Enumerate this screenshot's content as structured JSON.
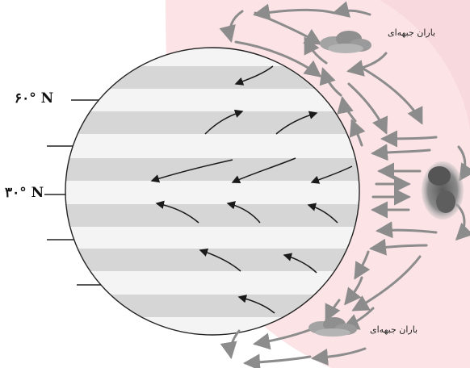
{
  "labels": {
    "lat_60": "۶۰° N",
    "lat_30": "۳۰° N",
    "rain_top": "باران جبهه‌ای",
    "rain_bottom": "باران جبهه‌ای"
  },
  "colors": {
    "background_tint": "#fbe3e6",
    "stripe_dark": "#d6d6d6",
    "stripe_light": "#f4f4f4",
    "arrow": "#8c8c8c",
    "arrow_dark": "#1a1a1a",
    "cloud": "#8f8f8f"
  },
  "icons": [
    "front-cloud-icon",
    "storm-cloud-icon"
  ]
}
